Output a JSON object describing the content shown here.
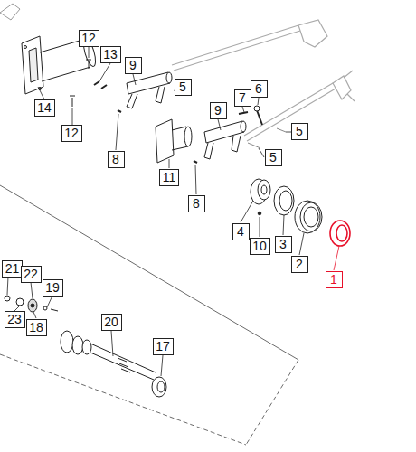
{
  "diagram": {
    "nodes": [
      {
        "text": [
          "12"
        ]
      },
      {
        "text": [
          "13"
        ]
      },
      {
        "text": [
          "9"
        ]
      },
      {
        "text": [
          "5"
        ]
      },
      {
        "text": [
          "6"
        ]
      },
      {
        "text": [
          "7"
        ]
      },
      {
        "text": [
          "14"
        ]
      },
      {
        "text": [
          "9"
        ]
      },
      {
        "text": [
          "5"
        ]
      },
      {
        "text": [
          "12"
        ]
      },
      {
        "text": [
          "5"
        ]
      },
      {
        "text": [
          "8"
        ]
      },
      {
        "text": [
          "11"
        ]
      },
      {
        "text": [
          "8"
        ]
      },
      {
        "text": [
          "4"
        ]
      },
      {
        "text": [
          "3"
        ]
      },
      {
        "text": [
          "10"
        ]
      },
      {
        "text": [
          "2"
        ]
      },
      {
        "text": [
          "21"
        ]
      },
      {
        "text": [
          "22"
        ]
      },
      {
        "text": [
          "1"
        ]
      },
      {
        "text": [
          "19"
        ]
      },
      {
        "text": [
          "23"
        ]
      },
      {
        "text": [
          "18"
        ]
      },
      {
        "text": [
          "20"
        ]
      },
      {
        "text": [
          "17"
        ]
      }
    ]
  }
}
